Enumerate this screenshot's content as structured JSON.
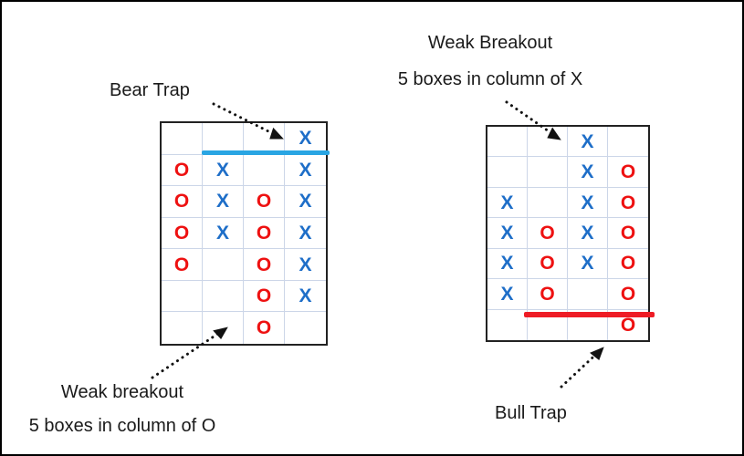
{
  "diagram": {
    "left_panel": {
      "label_top": "Bear Trap",
      "label_bottom_line1": "Weak breakout",
      "label_bottom_line2": "5 boxes in column of O",
      "grid_rows": [
        [
          "",
          "",
          "",
          "X"
        ],
        [
          "O",
          "X",
          "",
          "X"
        ],
        [
          "O",
          "X",
          "O",
          "X"
        ],
        [
          "O",
          "X",
          "O",
          "X"
        ],
        [
          "O",
          "",
          "O",
          "X"
        ],
        [
          "",
          "",
          "O",
          "X"
        ],
        [
          "",
          "",
          "O",
          ""
        ]
      ],
      "breakout_line_color": "#29a5e3"
    },
    "right_panel": {
      "label_top_line1": "Weak Breakout",
      "label_top_line2": "5 boxes in column of X",
      "label_bottom": "Bull Trap",
      "grid_rows": [
        [
          "",
          "",
          "X",
          ""
        ],
        [
          "",
          "",
          "X",
          "O"
        ],
        [
          "X",
          "",
          "X",
          "O"
        ],
        [
          "X",
          "O",
          "X",
          "O"
        ],
        [
          "X",
          "O",
          "X",
          "O"
        ],
        [
          "X",
          "O",
          "",
          "O"
        ],
        [
          "",
          "",
          "",
          "O"
        ]
      ],
      "breakout_line_color": "#ee1c25"
    },
    "colors": {
      "x_symbol": "#1e6ec8",
      "o_symbol": "#ee1111",
      "arrow": "#111111",
      "gridline": "#ccd6e8"
    }
  }
}
